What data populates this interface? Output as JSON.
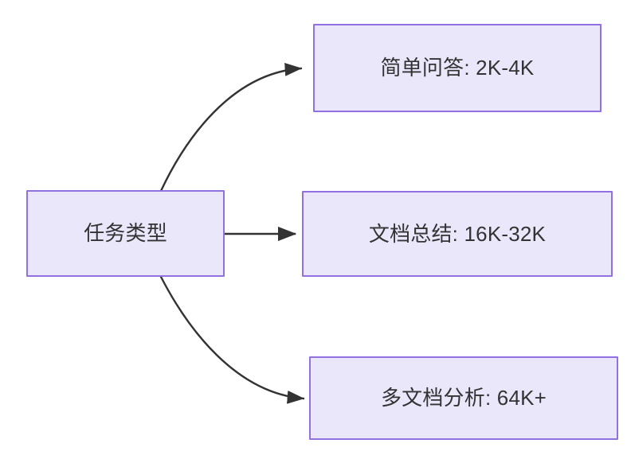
{
  "diagram": {
    "type": "flowchart",
    "direction": "left-to-right",
    "background_color": "#ffffff",
    "node_fill_color": "#eae7fb",
    "node_border_color": "#9171e0",
    "node_text_color": "#333333",
    "edge_color": "#333333",
    "root": {
      "id": "task-type",
      "label": "任务类型"
    },
    "branches": [
      {
        "id": "simple-qa",
        "label": "简单问答: 2K-4K",
        "task": "简单问答",
        "context_length": "2K-4K",
        "edge_style": "curved"
      },
      {
        "id": "doc-summary",
        "label": "文档总结: 16K-32K",
        "task": "文档总结",
        "context_length": "16K-32K",
        "edge_style": "straight"
      },
      {
        "id": "multi-doc",
        "label": "多文档分析: 64K+",
        "task": "多文档分析",
        "context_length": "64K+",
        "edge_style": "curved"
      }
    ]
  }
}
